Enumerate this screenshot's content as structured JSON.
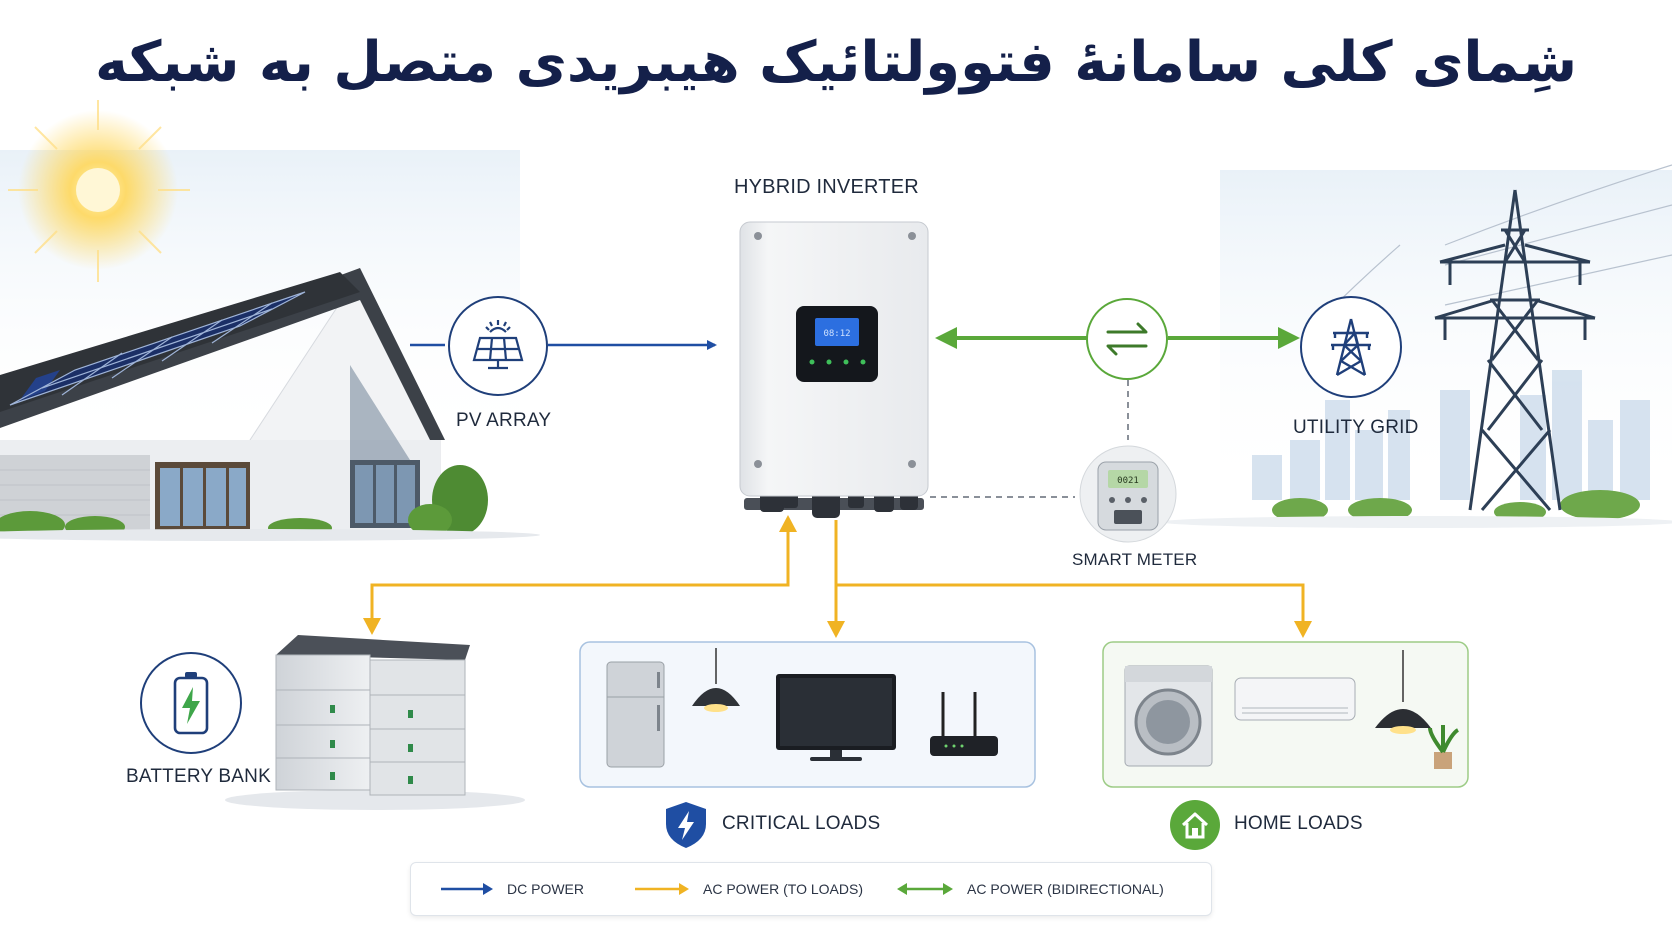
{
  "title": "شِمای کلی سامانهٔ فتوولتائیک هیبریدی متصل به شبکه",
  "components": {
    "inverter": "HYBRID INVERTER",
    "pv": "PV ARRAY",
    "grid": "UTILITY GRID",
    "meter": "SMART METER",
    "battery": "BATTERY BANK",
    "critical": "CRITICAL LOADS",
    "home": "HOME LOADS"
  },
  "legend": {
    "dc": "DC POWER",
    "ac_loads": "AC POWER (TO LOADS)",
    "ac_bidir": "AC POWER (BIDIRECTIONAL)"
  },
  "colors": {
    "dc": "#1f4ea3",
    "ac_loads": "#f0b323",
    "ac_bidir": "#5aa83a",
    "navy": "#14204a"
  },
  "icons": {
    "pv": "solar-panel-icon",
    "swap": "swap-arrows-icon",
    "grid": "transmission-tower-icon",
    "battery": "battery-icon",
    "critical": "shield-bolt-icon",
    "home": "house-icon"
  }
}
